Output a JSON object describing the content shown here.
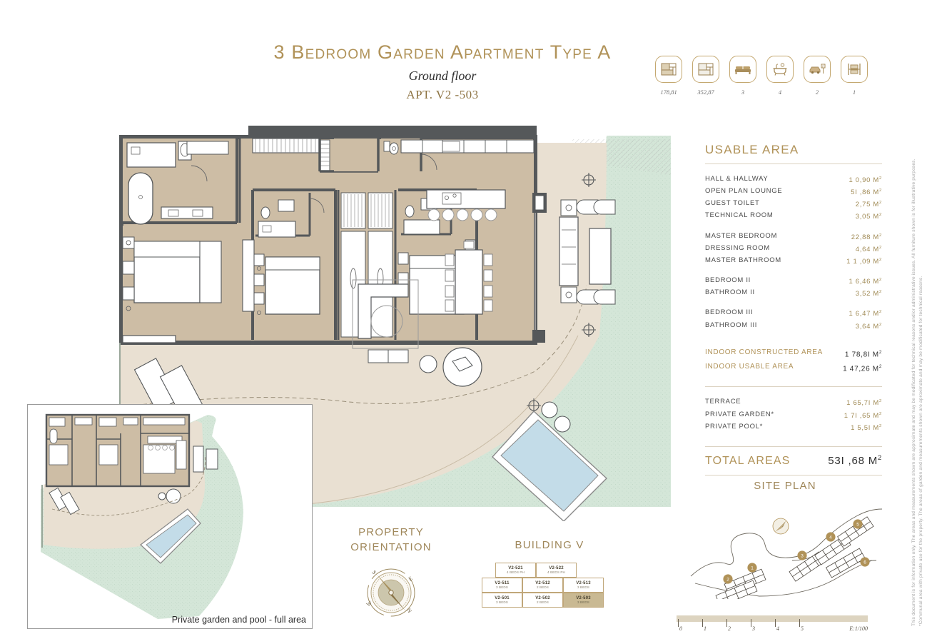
{
  "header": {
    "title": "3 Bedroom Garden Apartment type A",
    "subtitle": "Ground floor",
    "apartment": "APT. V2 -503"
  },
  "features": [
    {
      "icon": "floorplan-constructed-icon",
      "value": "178,81"
    },
    {
      "icon": "floorplan-total-icon",
      "value": "352,87"
    },
    {
      "icon": "bed-icon",
      "value": "3"
    },
    {
      "icon": "bathtub-icon",
      "value": "4"
    },
    {
      "icon": "parking-icon",
      "value": "2"
    },
    {
      "icon": "storage-icon",
      "value": "1"
    }
  ],
  "usable_area": {
    "heading": "USABLE AREA",
    "groups": [
      [
        {
          "label": "HALL & HALLWAY",
          "value": "1 0,90 M"
        },
        {
          "label": "OPEN PLAN LOUNGE",
          "value": "5I ,86 M"
        },
        {
          "label": "GUEST TOILET",
          "value": "2,75 M"
        },
        {
          "label": "TECHNICAL ROOM",
          "value": "3,05 M"
        }
      ],
      [
        {
          "label": "MASTER BEDROOM",
          "value": "22,88 M"
        },
        {
          "label": "DRESSING ROOM",
          "value": "4,64 M"
        },
        {
          "label": "MASTER BATHROOM",
          "value": "1 1 ,09 M"
        }
      ],
      [
        {
          "label": "BEDROOM II",
          "value": "1 6,46 M"
        },
        {
          "label": "BATHROOM II",
          "value": "3,52 M"
        }
      ],
      [
        {
          "label": "BEDROOM III",
          "value": "1 6,47 M"
        },
        {
          "label": "BATHROOM III",
          "value": "3,64 M"
        }
      ]
    ],
    "constructed": [
      {
        "label": "INDOOR CONSTRUCTED AREA",
        "value": "1 78,8I M"
      },
      {
        "label": "INDOOR USABLE AREA",
        "value": "1 47,26 M"
      }
    ],
    "outdoor": [
      {
        "label": "TERRACE",
        "value": "1 65,7I M"
      },
      {
        "label": "PRIVATE GARDEN*",
        "value": "1 7I ,65 M"
      },
      {
        "label": "PRIVATE POOL*",
        "value": "1 5,5I M"
      }
    ],
    "total_label": "TOTAL AREAS",
    "total_value": "53I ,68 M"
  },
  "inset": {
    "caption": "Private garden and pool - full area"
  },
  "orientation": {
    "heading_line1": "PROPERTY",
    "heading_line2": "ORIENTATION",
    "north": "N",
    "south": "S",
    "east": "E",
    "west": "W"
  },
  "building": {
    "heading": "BUILDING V",
    "rows": [
      [
        {
          "id": "V2-521",
          "beds": "4 BEDS PH",
          "selected": false
        },
        {
          "id": "V2-522",
          "beds": "4 BEDS PH",
          "selected": false
        }
      ],
      [
        {
          "id": "V2-511",
          "beds": "3 BEDS",
          "selected": false
        },
        {
          "id": "V2-512",
          "beds": "2 BEDS",
          "selected": false
        },
        {
          "id": "V2-513",
          "beds": "3 BEDS",
          "selected": false
        }
      ],
      [
        {
          "id": "V2-501",
          "beds": "3 BEDS",
          "selected": false
        },
        {
          "id": "V2-502",
          "beds": "2 BEDS",
          "selected": false
        },
        {
          "id": "V2-503",
          "beds": "3 BEDS",
          "selected": true
        }
      ]
    ]
  },
  "site_plan": {
    "heading": "SITE PLAN",
    "markers": [
      "1",
      "2",
      "3",
      "4",
      "5",
      "6"
    ]
  },
  "scale": {
    "ticks": [
      "0",
      "1",
      "2",
      "3",
      "4",
      "5"
    ],
    "ratio": "E:1/100"
  },
  "disclaimer": {
    "line1": "This document is for information only. The areas and measurements shown are approximate and may be modificated for technical reasons and/or administrative issues. All furniture shown is for illustrative purposes.",
    "line2": "*Communal area with private use for the property. The areas of garden and measurements shown are aproximate and may be modificated for technical reasons."
  },
  "colors": {
    "gold": "#b09258",
    "gold_dark": "#8d7342",
    "interior": "#cdbda5",
    "terrace": "#e9e0d2",
    "garden": "#d4e6d8",
    "pool": "#c3dce8",
    "wall": "#55585a",
    "selected_cell": "#c9b993"
  }
}
